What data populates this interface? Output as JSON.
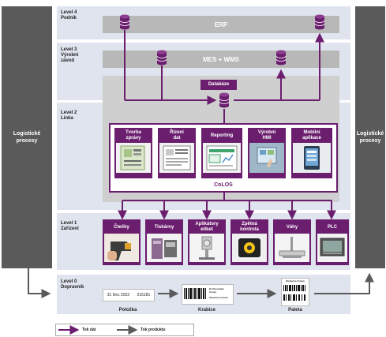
{
  "side_panels": {
    "left_label": "Logistické\nprocesy",
    "right_label": "Logistické\nprocesy"
  },
  "levels": [
    {
      "label": "Level 4\nPodnik"
    },
    {
      "label": "Level 3\nVýrobní\nzávod"
    },
    {
      "label": "Level 2\nLinka"
    },
    {
      "label": "Level 1\nZařízení"
    },
    {
      "label": "Level 0\nDopravník"
    }
  ],
  "systems": {
    "erp": "ERP",
    "mes": "MES + WMS",
    "database": "Databáze",
    "colos": "CoLOS"
  },
  "modules": [
    {
      "title": "Tvorba\nzprávy",
      "icon": "document-design-icon"
    },
    {
      "title": "Řízení\ndat",
      "icon": "data-management-icon"
    },
    {
      "title": "Reporting",
      "icon": "report-chart-icon"
    },
    {
      "title": "Výrobní\nHMI",
      "icon": "touchscreen-icon"
    },
    {
      "title": "Mobilní\naplikace",
      "icon": "mobile-app-icon"
    }
  ],
  "devices": [
    {
      "title": "Čtečky",
      "icon": "scanner-icon"
    },
    {
      "title": "Tiskárny",
      "icon": "printer-icon"
    },
    {
      "title": "Aplikátory\netiket",
      "icon": "label-applicator-icon"
    },
    {
      "title": "Zpětná\nkontrola",
      "icon": "camera-check-icon"
    },
    {
      "title": "Váhy",
      "icon": "scale-icon"
    },
    {
      "title": "PLC",
      "icon": "plc-icon"
    }
  ],
  "products": {
    "item_label": "Položka",
    "item_code_date": "31 Dec 2022",
    "item_code_number": "215181",
    "box_label": "Krabice",
    "box_text_1": "6x Chocolate Cones",
    "box_text_2": "Strata Ice Cream",
    "pallet_label": "Paleta",
    "pallet_text": "Strata Ice Cream"
  },
  "legend": {
    "data_flow": "Tok dat",
    "product_flow": "Tok produktu"
  },
  "colors": {
    "purple": "#6b1e6e",
    "gray_dark": "#5a5a5a",
    "band": "#dfe4ee",
    "box_gray": "#b8b8b8"
  }
}
